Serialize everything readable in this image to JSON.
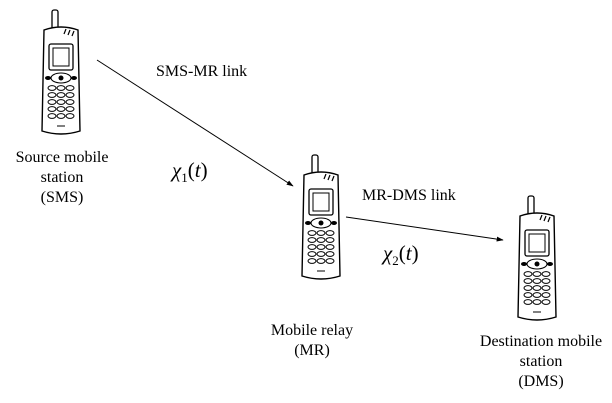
{
  "nodes": {
    "sms": {
      "lines": [
        "Source mobile",
        "station",
        "(SMS)"
      ]
    },
    "mr": {
      "lines": [
        "Mobile relay",
        "(MR)"
      ]
    },
    "dms": {
      "lines": [
        "Destination mobile",
        "station",
        "(DMS)"
      ]
    }
  },
  "links": {
    "sms_mr": {
      "label": "SMS-MR link",
      "symbol": "χ",
      "subscript": "1",
      "argument": "t"
    },
    "mr_dms": {
      "label": "MR-DMS link",
      "symbol": "χ",
      "subscript": "2",
      "argument": "t"
    }
  },
  "icons": {
    "device": "mobile-phone-icon"
  },
  "colors": {
    "ink": "#000000"
  }
}
